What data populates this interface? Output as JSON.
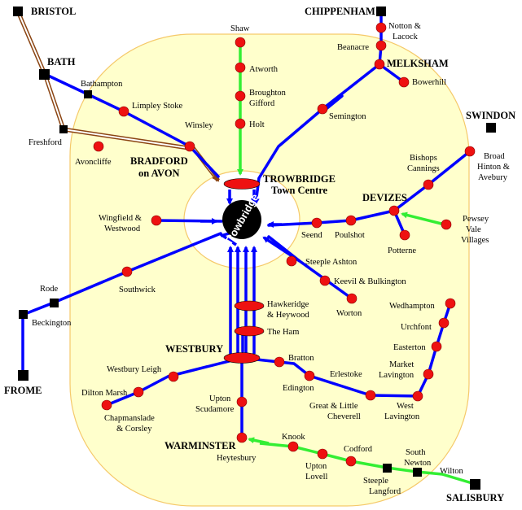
{
  "colors": {
    "zone_fill": "#ffffcc",
    "zone_stroke": "#f5c96a",
    "route_blue": "#0000ff",
    "route_green": "#33ee33",
    "route_brown": "#8b4513",
    "stop_red": "#ee1111",
    "station_black": "#000000",
    "hub_black": "#000000"
  },
  "hub": {
    "label": "Trowbridge"
  },
  "towns": {
    "bristol": "BRISTOL",
    "bath": "BATH",
    "chippenham": "CHIPPENHAM",
    "melksham": "MELKSHAM",
    "swindon": "SWINDON",
    "devizes": "DEVIZES",
    "bradford_1": "BRADFORD",
    "bradford_2": "on AVON",
    "trowbridge_1": "TROWBRIDGE",
    "trowbridge_2": "Town Centre",
    "westbury": "WESTBURY",
    "frome": "FROME",
    "warminster": "WARMINSTER",
    "salisbury": "SALISBURY"
  },
  "stops": {
    "shaw": "Shaw",
    "atworth": "Atworth",
    "broughton_1": "Broughton",
    "broughton_2": "Gifford",
    "holt": "Holt",
    "notton_1": "Notton &",
    "notton_2": "Lacock",
    "beanacre": "Beanacre",
    "bowerhill": "Bowerhill",
    "semington": "Semington",
    "bathampton": "Bathampton",
    "limpley": "Limpley Stoke",
    "winsley": "Winsley",
    "freshford": "Freshford",
    "avoncliffe": "Avoncliffe",
    "bishops_1": "Bishops",
    "bishops_2": "Cannings",
    "broad_1": "Broad",
    "broad_2": "Hinton &",
    "broad_3": "Avebury",
    "wingfield_1": "Wingfield &",
    "wingfield_2": "Westwood",
    "seend": "Seend",
    "poulshot": "Poulshot",
    "potterne": "Potterne",
    "pewsey_1": "Pewsey",
    "pewsey_2": "Vale",
    "pewsey_3": "Villages",
    "steeple_ashton": "Steeple Ashton",
    "keevil": "Keevil & Bulkington",
    "worton": "Worton",
    "rode": "Rode",
    "southwick": "Southwick",
    "beckington": "Beckington",
    "hawkeridge_1": "Hawkeridge",
    "hawkeridge_2": "& Heywood",
    "the_ham": "The Ham",
    "wedhampton": "Wedhampton",
    "urchfont": "Urchfont",
    "easterton": "Easterton",
    "market_1": "Market",
    "market_2": "Lavington",
    "westbury_leigh": "Westbury Leigh",
    "dilton": "Dilton Marsh",
    "chapmanslade_1": "Chapmanslade",
    "chapmanslade_2": "& Corsley",
    "bratton": "Bratton",
    "edington": "Edington",
    "erlestoke": "Erlestoke",
    "great_1": "Great & Little",
    "great_2": "Cheverell",
    "west_1": "West",
    "west_2": "Lavington",
    "upton_scud_1": "Upton",
    "upton_scud_2": "Scudamore",
    "heytesbury": "Heytesbury",
    "knook": "Knook",
    "upton_lovell_1": "Upton",
    "upton_lovell_2": "Lovell",
    "codford": "Codford",
    "south_newton_1": "South",
    "south_newton_2": "Newton",
    "wilton": "Wilton",
    "steeple_langford_1": "Steeple",
    "steeple_langford_2": "Langford"
  }
}
